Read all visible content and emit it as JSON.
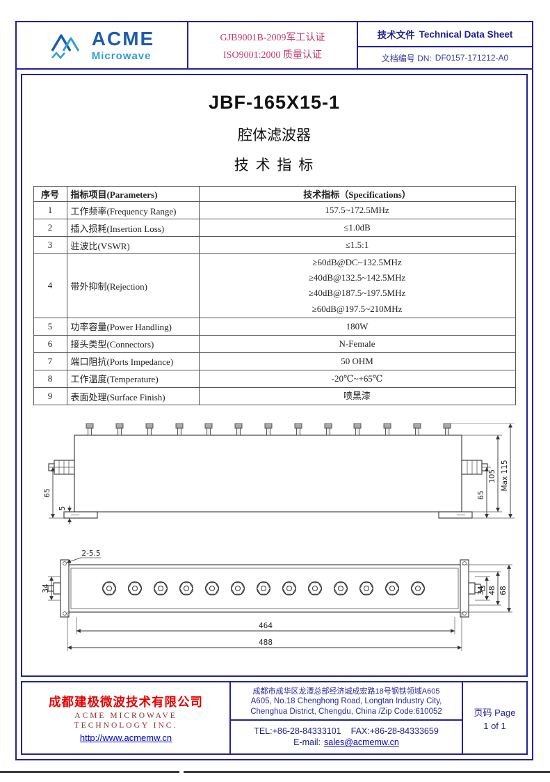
{
  "header": {
    "logo": {
      "brand": "ACME",
      "sub": "Microwave"
    },
    "cert_line1": "GJB9001B-2009军工认证",
    "cert_line2": "ISO9001:2000 质量认证",
    "doc_type_cn": "技术文件",
    "doc_type_en": "Technical Data Sheet",
    "doc_no_label": "文档编号 DN:",
    "doc_no": "DF0157-171212-A0"
  },
  "main": {
    "model": "JBF-165X15-1",
    "product_name": "腔体滤波器",
    "section_title": "技 术 指 标",
    "table": {
      "headers": [
        "序号",
        "指标项目(Parameters)",
        "技术指标（Specifications）"
      ],
      "rows": [
        {
          "no": "1",
          "param": "工作频率(Frequency Range)",
          "spec": "157.5~172.5MHz"
        },
        {
          "no": "2",
          "param": "插入损耗(Insertion Loss)",
          "spec": "≤1.0dB"
        },
        {
          "no": "3",
          "param": "驻波比(VSWR)",
          "spec": "≤1.5:1"
        },
        {
          "no": "4",
          "param": "带外抑制(Rejection)",
          "spec": "≥60dB@DC~132.5MHz\n≥40dB@132.5~142.5MHz\n≥40dB@187.5~197.5MHz\n≥60dB@197.5~210MHz"
        },
        {
          "no": "5",
          "param": "功率容量(Power Handling)",
          "spec": "180W"
        },
        {
          "no": "6",
          "param": "接头类型(Connectors)",
          "spec": "N-Female"
        },
        {
          "no": "7",
          "param": "端口阻抗(Ports Impedance)",
          "spec": "50 OHM"
        },
        {
          "no": "8",
          "param": "工作温度(Temperature)",
          "spec": "-20℃~+65℃"
        },
        {
          "no": "9",
          "param": "表面处理(Surface Finish)",
          "spec": "喷黑漆"
        }
      ]
    }
  },
  "drawing": {
    "side_view": {
      "dim_65_left": "65",
      "dim_5": "5",
      "dim_65_right": "65",
      "dim_105": "105",
      "dim_max": "Max 115"
    },
    "plan_view": {
      "dim_holes": "2-5.5",
      "dim_34_left": "34",
      "dim_464": "464",
      "dim_488": "488",
      "dim_34_right": "34",
      "dim_48": "48",
      "dim_68": "68"
    }
  },
  "footer": {
    "company_cn": "成都建极微波技术有限公司",
    "company_en1": "ACME MICROWAVE",
    "company_en2": "TECHNOLOGY INC.",
    "website": "http://www.acmemw.cn",
    "address_cn": "成都市成华区龙潭总部经济城成宏路18号钢铁领域A605",
    "address_en1": "A605, No.18 Chenghong Road, Longtan Industry City,",
    "address_en2": "Chenghua District, Chengdu, China /Zip Code:610052",
    "tel": "TEL:+86-28-84333101",
    "fax": "FAX:+86-28-84333659",
    "email_label": "E-mail:",
    "email": "sales@acmemw.cn",
    "page_label": "页码 Page",
    "page_value": "1 of 1"
  },
  "colors": {
    "border_navy": "#22229a",
    "cert_red": "#c3356b",
    "company_red": "#e60000",
    "link_blue": "#0000cc",
    "logo_dark_blue": "#1b5cad",
    "logo_light_blue": "#2e9fd4"
  }
}
